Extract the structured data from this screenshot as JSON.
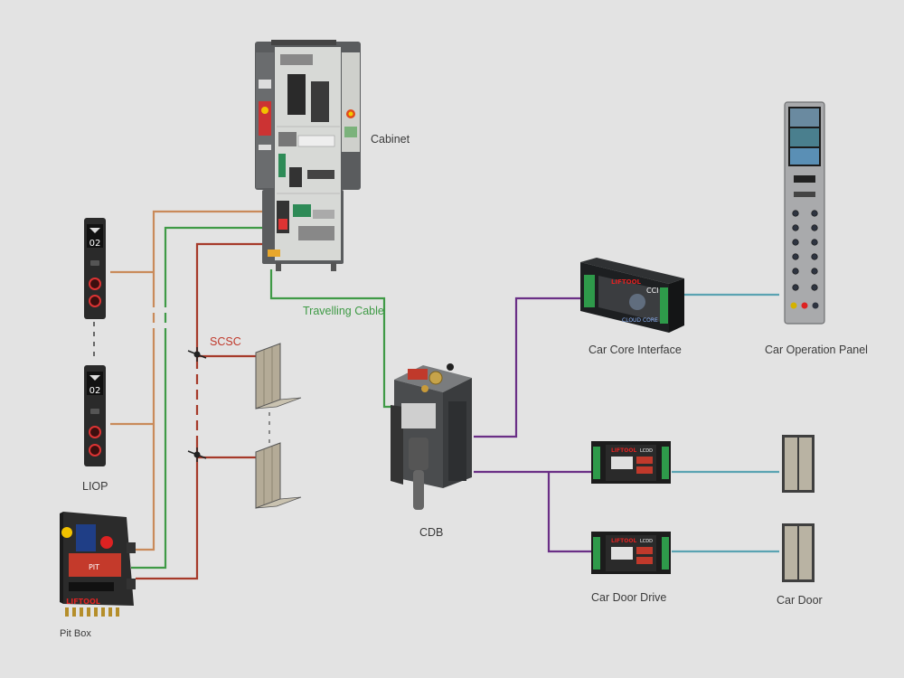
{
  "labels": {
    "cabinet": "Cabinet",
    "travelling_cable": "Travelling Cable",
    "scsc": "SCSC",
    "liop": "LIOP",
    "pit_box": "Pit Box",
    "cdb": "CDB",
    "car_core_interface": "Car Core Interface",
    "car_operation_panel": "Car Operation Panel",
    "car_door_drive": "Car Door Drive",
    "car_door": "Car Door"
  },
  "devices": {
    "liop_floor_top": "02",
    "liop_floor_bottom": "02",
    "cci_tag": "CCI",
    "cci_banner": "CLOUD CORE",
    "brand": "LIFTOOL",
    "door_drive_tag": "LCDD",
    "pit_box_tag": "PIT"
  },
  "colors": {
    "orange_wire": "#c98a5a",
    "green_wire": "#3f9a46",
    "red_wire": "#a63a2a",
    "purple_wire": "#6a2f86",
    "teal_wire": "#5aa3b2",
    "background": "#e3e3e3"
  }
}
